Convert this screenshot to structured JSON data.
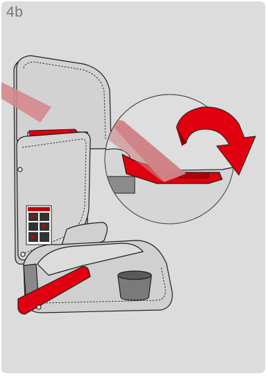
{
  "step": {
    "label": "4b"
  },
  "colors": {
    "panel_background": "#dcdcdc",
    "seat_fill": "#d2d2d2",
    "seat_outline": "#1e1e1e",
    "accent_red": "#e0000f",
    "belt_pink": "#d4888b",
    "detail_circle": "#dedede"
  },
  "icons": {
    "rotation_arrow": "curved-arrow-clockwise",
    "belt_guide": "shoulder-belt-guide",
    "warning_label": "instruction-sticker"
  }
}
